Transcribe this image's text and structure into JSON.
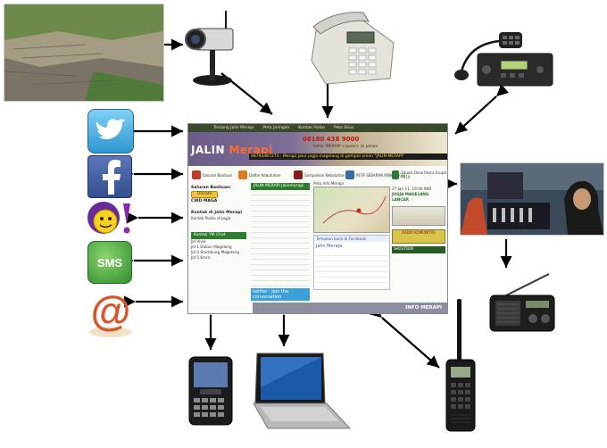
{
  "site": {
    "nav": [
      "Tentang Jalin Merapi",
      "Peta Jaringan",
      "Kontak Posko",
      "Peta Situs"
    ],
    "brand_main": "JALIN",
    "brand_accent": "Merapi",
    "sms_number": "08180 438 9000",
    "sms_line": "ketik: MERAPI <spasi> isi pesan",
    "ticker": "08793487273 : Merapi Jalur jogja magelang di gempol aman \"JALIN MERAPI\"",
    "tiles": [
      "Saluran Bantuan",
      "Daftar Kebutuhan",
      "Sampaikan Kebutuhan Anda",
      "PETA SEBARAN PENGUNGSI",
      "Situasi Desa Pasca Erupsi 2010"
    ],
    "saluran_title": "Saluran Bantuan:",
    "donate_label": "Donate",
    "cwd_label": "CWD MAGA",
    "contact_title": "Kontak di Jalin Merapi",
    "posko_label": "Kontak Posko di Jogja",
    "ym_title": "Kontak YM Chat",
    "ym_items": [
      "Jid Vivia",
      "Jid 1 Dukun Magelang",
      "Jid 3 Srumbung Magelang",
      "Jid 5 Kmrn"
    ],
    "jalinmerapi_title": "JALIN MERAPI jalinmerapi",
    "twitter_label": "twitter",
    "join_label": "Join the conversation",
    "peta_title": "Peta Info Merapi",
    "fb_title": "Temukan kami di Facebook",
    "fb_page": "Jalin Merapi",
    "date_label": "27 Jan 11, 19:46 WIB",
    "route_label": "JOGJA MAGELANG LANCAR",
    "ad_label": "RADIO KOMUNITAS",
    "shoutbox_label": "SHOUTBOX",
    "info_label": "INFO MERAPI"
  },
  "devices": {
    "photo_flood_alt": "lahar-flow-photo",
    "cctv_alt": "cctv-camera",
    "desk_phone_alt": "desk-telephone",
    "base_radio_alt": "base-station-radio",
    "radio_studio_alt": "radio-studio-photo",
    "portable_radio_alt": "portable-radio",
    "ht_radio_alt": "handheld-transceiver",
    "laptop_alt": "laptop",
    "blackberry_alt": "smartphone"
  },
  "social": {
    "sms_label": "SMS"
  },
  "colors": {
    "twitter": "#4fb0e0",
    "facebook": "#3b5998",
    "yahoo": "#6a1b9a",
    "sms": "#3aa63a",
    "email": "#d9552a",
    "site_brand": "#7d6f98"
  }
}
